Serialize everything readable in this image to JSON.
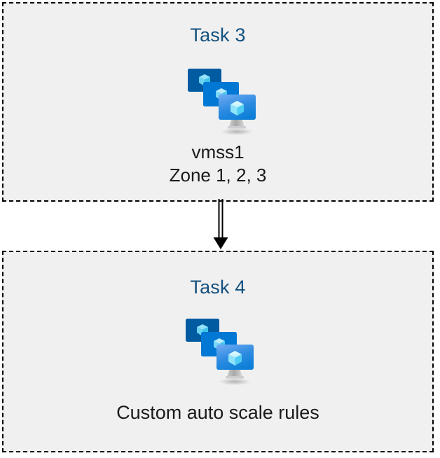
{
  "diagram": {
    "type": "flow-diagram",
    "background_color": "#ffffff",
    "box_fill_color": "#f0f0f0",
    "box_border_color": "#000000",
    "box_border_style": "dashed",
    "title_color": "#13507e",
    "caption_color": "#1a1a1a",
    "nodes": [
      {
        "id": "task3",
        "title": "Task 3",
        "icon": "azure-virtual-machine-scale-set-icon",
        "caption": "vmss1\nZone 1, 2, 3",
        "caption_lines": [
          "vmss1",
          "Zone 1, 2, 3"
        ]
      },
      {
        "id": "task4",
        "title": "Task 4",
        "icon": "azure-virtual-machine-scale-set-icon",
        "caption": "Custom auto scale rules",
        "caption_lines": [
          "Custom auto scale rules"
        ]
      }
    ],
    "connectors": [
      {
        "id": "task3-to-task4",
        "from": "task3",
        "to": "task4",
        "style": "double-line-arrow",
        "direction": "down",
        "color": "#000000"
      }
    ]
  },
  "icon_colors": {
    "monitor_back": "#005ba1",
    "monitor_middle": "#0078d4",
    "monitor_front_top": "#5ea0ef",
    "monitor_front_bottom": "#0d7fd8",
    "cube_light": "#c3f1ff",
    "cube_mid": "#9cebff",
    "cube_dark": "#50e6ff",
    "stand_top": "#b3b3b3",
    "stand_bottom": "#e0e0e0",
    "shadow": "#c8c8c8"
  }
}
